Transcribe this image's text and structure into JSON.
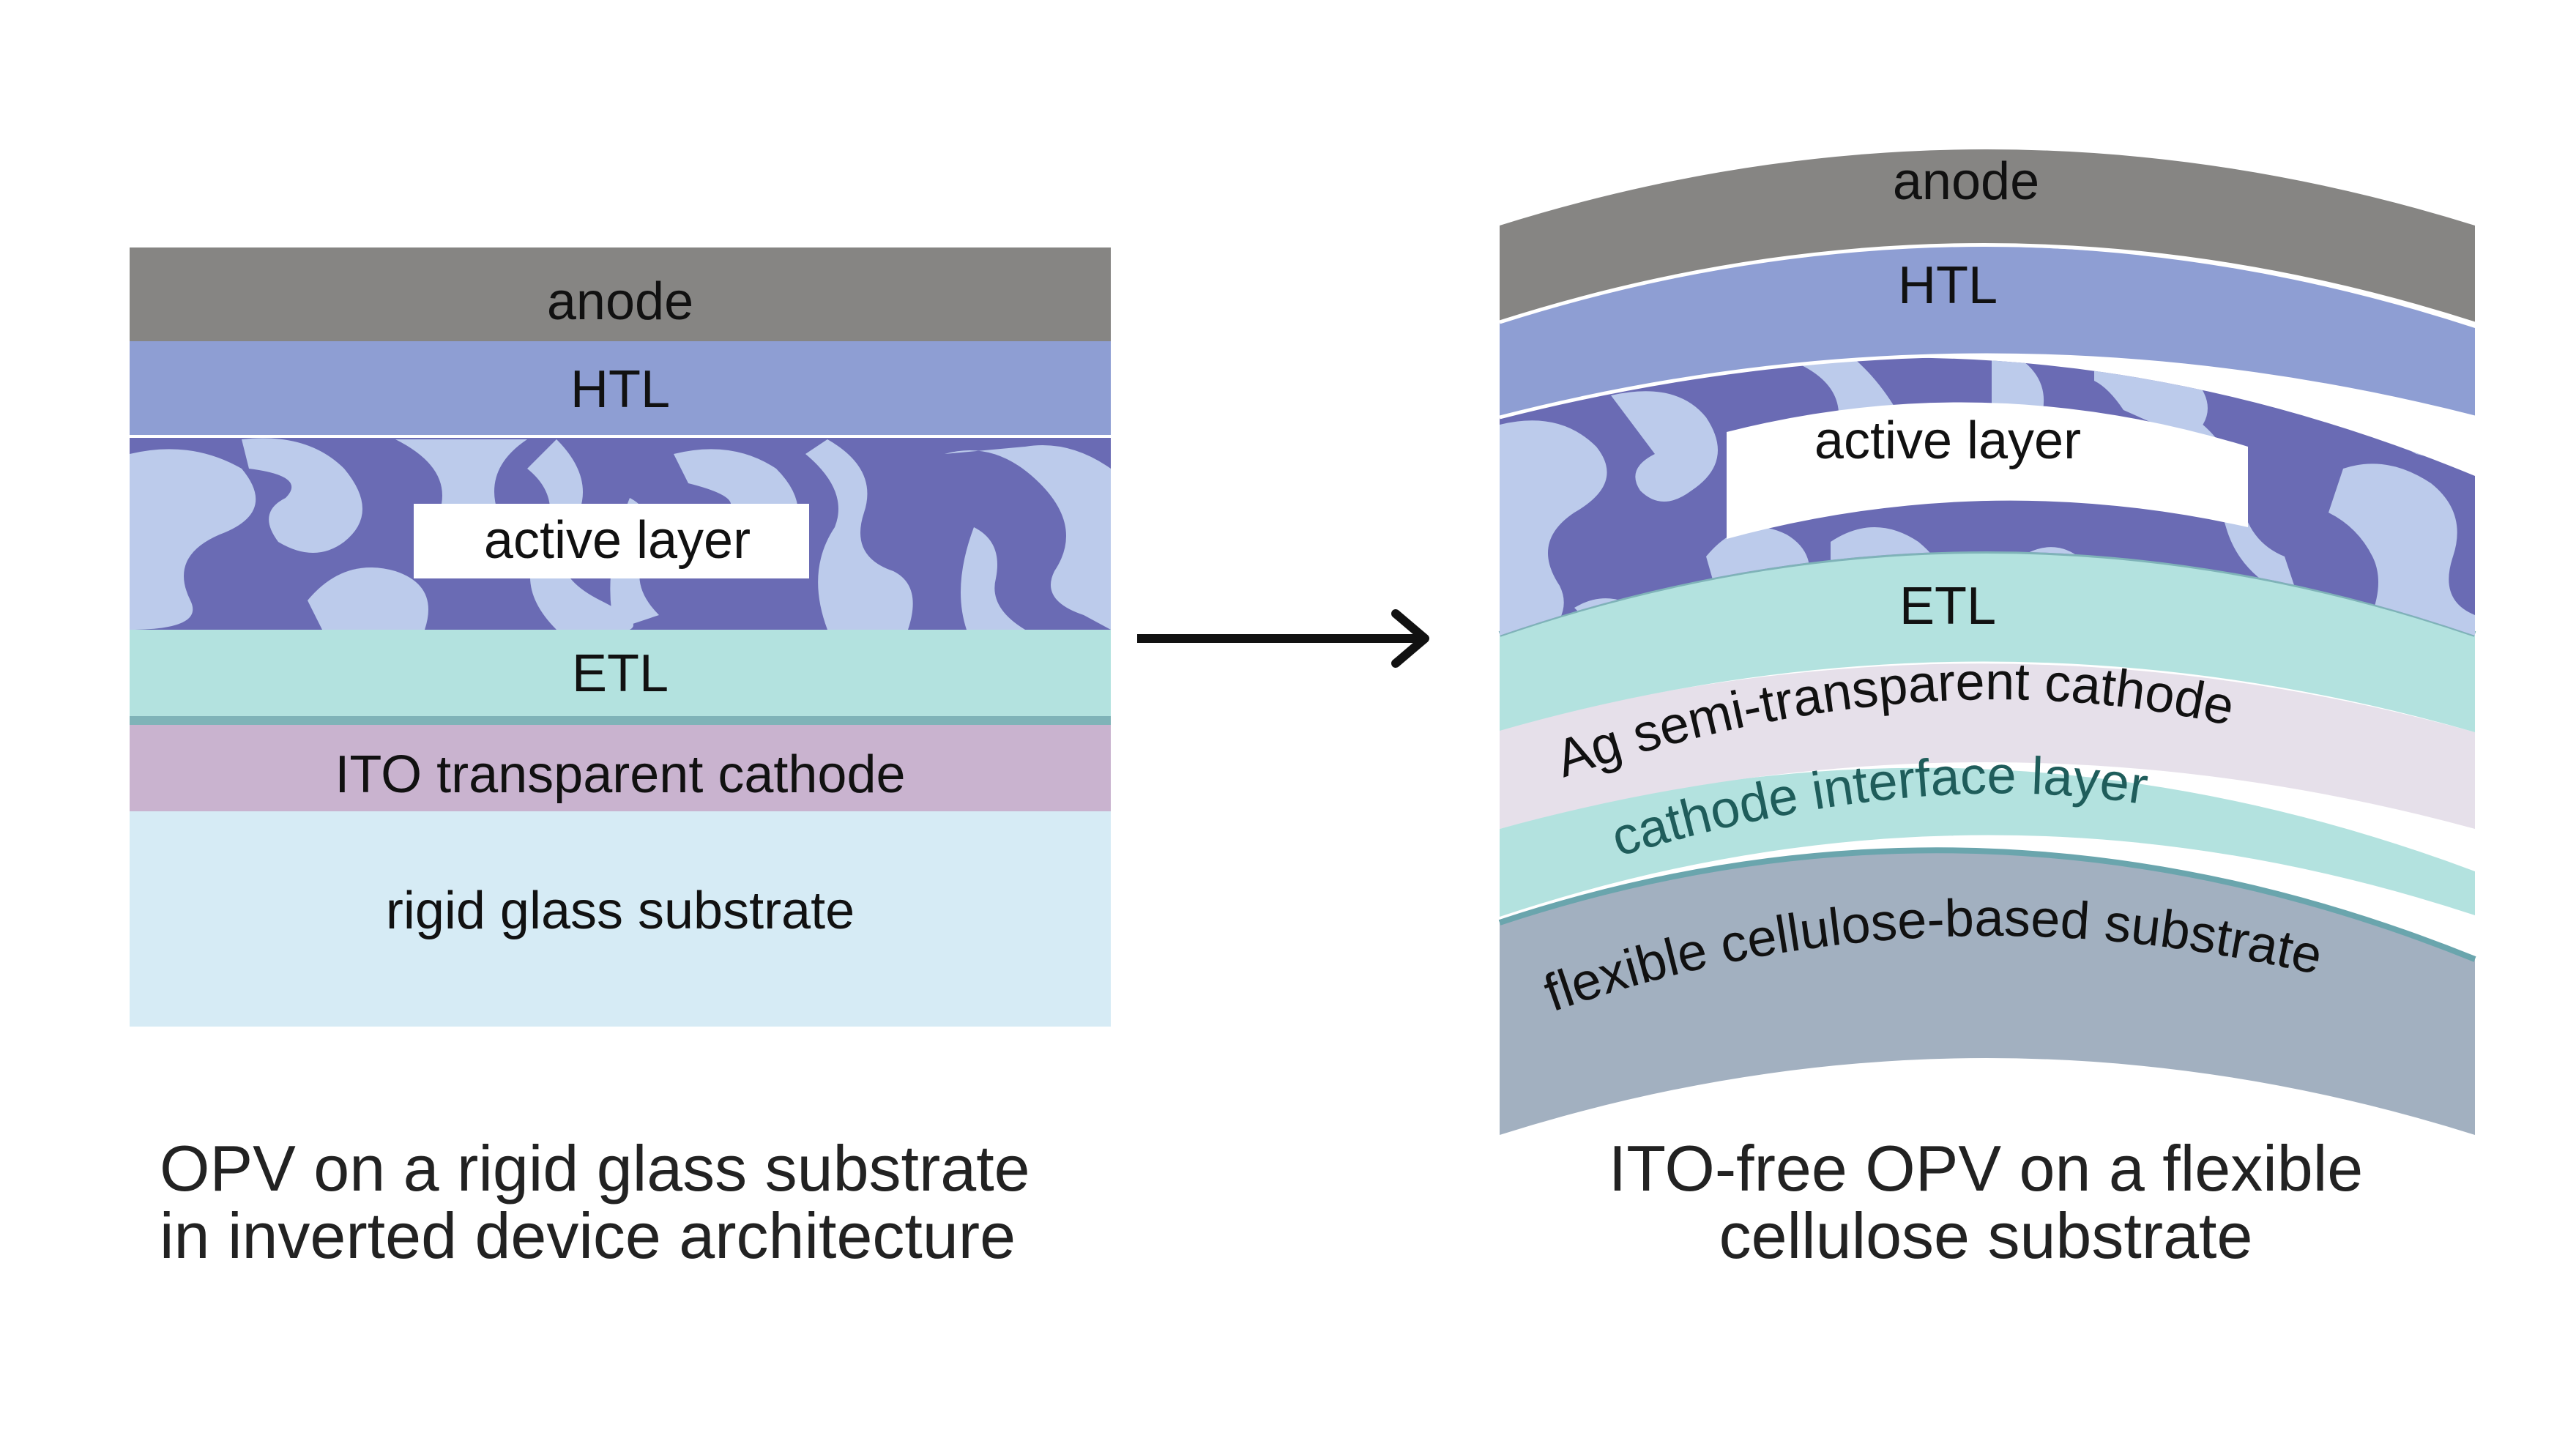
{
  "colors": {
    "anode": "#868583",
    "htl": "#8e9ed3",
    "active_dark": "#6a6bb4",
    "active_light": "#bccbeb",
    "etl": "#b3e2df",
    "etl_edge": "#7fb3b8",
    "ito": "#c9b3cf",
    "glass": "#d6ebf5",
    "ag": "#e6e0ea",
    "cil": "#b3e2df",
    "cellulose": "#a2b0c0",
    "arrow": "#111111"
  },
  "left": {
    "anode": "anode",
    "htl": "HTL",
    "active": "active layer",
    "etl": "ETL",
    "ito": "ITO transparent cathode",
    "substrate": "rigid glass substrate",
    "caption_line1": "OPV on a rigid glass substrate",
    "caption_line2": "in inverted device architecture"
  },
  "right": {
    "anode": "anode",
    "htl": "HTL",
    "active": "active layer",
    "etl": "ETL",
    "ag": "Ag semi-transparent cathode",
    "cil": "cathode interface layer",
    "substrate": "flexible cellulose-based substrate",
    "caption_line1": "ITO-free OPV on a flexible",
    "caption_line2": "cellulose substrate"
  },
  "arrow_icon": "right-arrow-icon"
}
